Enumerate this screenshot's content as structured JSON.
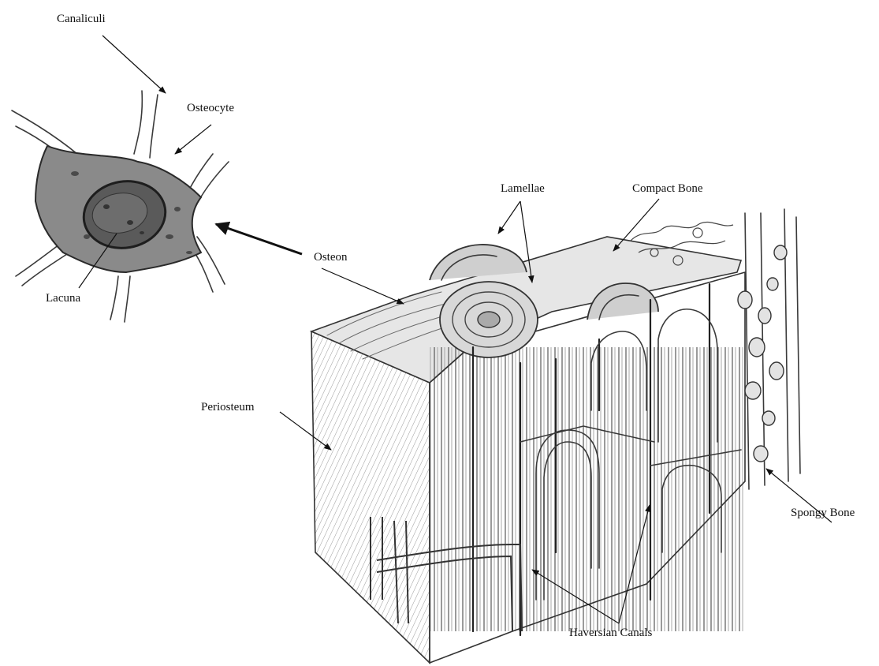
{
  "labels": {
    "canaliculi": "Canaliculi",
    "osteocyte": "Osteocyte",
    "lacuna": "Lacuna",
    "osteon": "Osteon",
    "lamellae": "Lamellae",
    "compact_bone": "Compact Bone",
    "periosteum": "Periosteum",
    "spongy_bone": "Spongy Bone",
    "haversian_canals": "Haversian Canals"
  },
  "colors": {
    "ink": "#111111",
    "pencil": "#3a3a3a",
    "cell_fill": "#8a8a8a",
    "nucleus_fill": "#5a5a5a",
    "bone_shade": "#cfcfcf"
  }
}
